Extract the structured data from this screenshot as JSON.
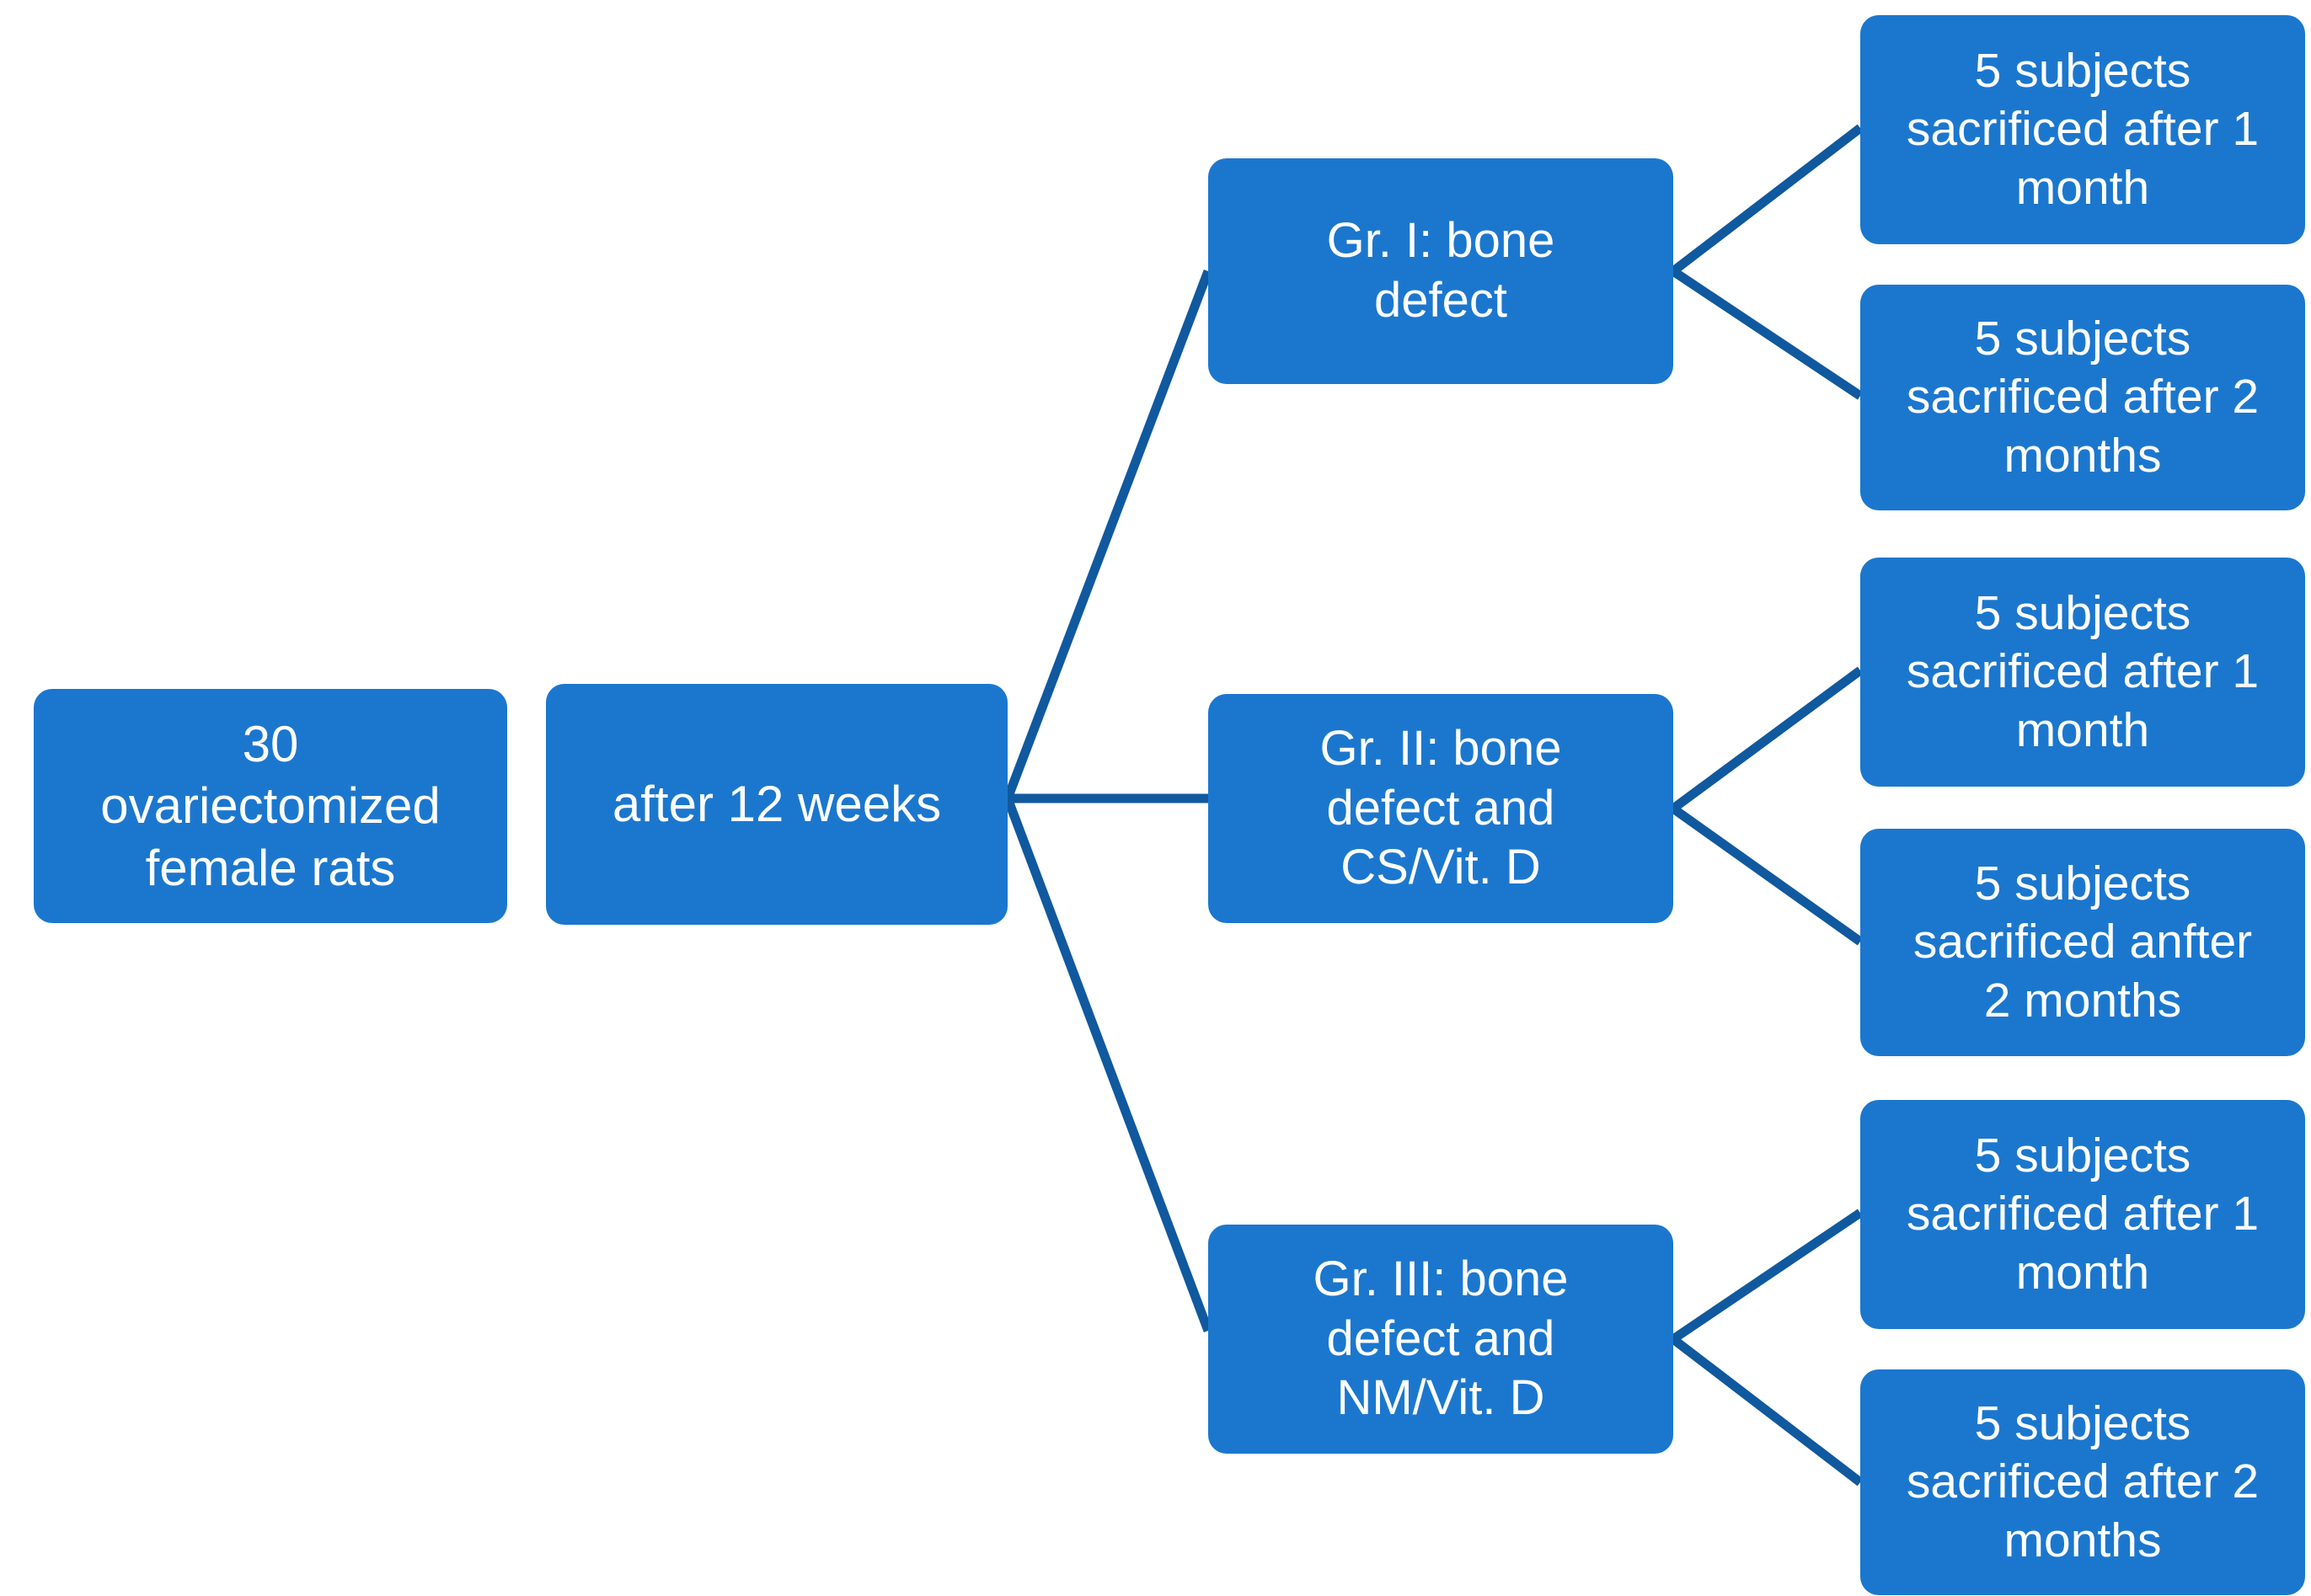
{
  "diagram": {
    "type": "flowchart",
    "orientation": "left-to-right",
    "colors": {
      "node_fill": "#1b77ce",
      "node_text": "#ffffff",
      "connector_line": "#10599f",
      "background": "#ffffff"
    },
    "root": {
      "label": "30\novariectomized\nfemale rats",
      "subject_count": 30
    },
    "stage": {
      "label": "after 12 weeks"
    },
    "groups": [
      {
        "id": "group-1",
        "label": "Gr. I: bone\ndefect",
        "outcomes": [
          {
            "id": "outcome-1",
            "label": "5 subjects\nsacrificed after 1\nmonth"
          },
          {
            "id": "outcome-2",
            "label": "5 subjects\nsacrificed after 2\nmonths"
          }
        ]
      },
      {
        "id": "group-2",
        "label": "Gr. II: bone\ndefect and\nCS/Vit. D",
        "outcomes": [
          {
            "id": "outcome-3",
            "label": "5 subjects\nsacrificed after 1\nmonth"
          },
          {
            "id": "outcome-4",
            "label": "5 subjects\nsacrificed anfter\n2 months"
          }
        ]
      },
      {
        "id": "group-3",
        "label": "Gr. III: bone\ndefect and\nNM/Vit. D",
        "outcomes": [
          {
            "id": "outcome-5",
            "label": "5 subjects\nsacrificed after 1\nmonth"
          },
          {
            "id": "outcome-6",
            "label": "5 subjects\nsacrificed after 2\nmonths"
          }
        ]
      }
    ]
  }
}
